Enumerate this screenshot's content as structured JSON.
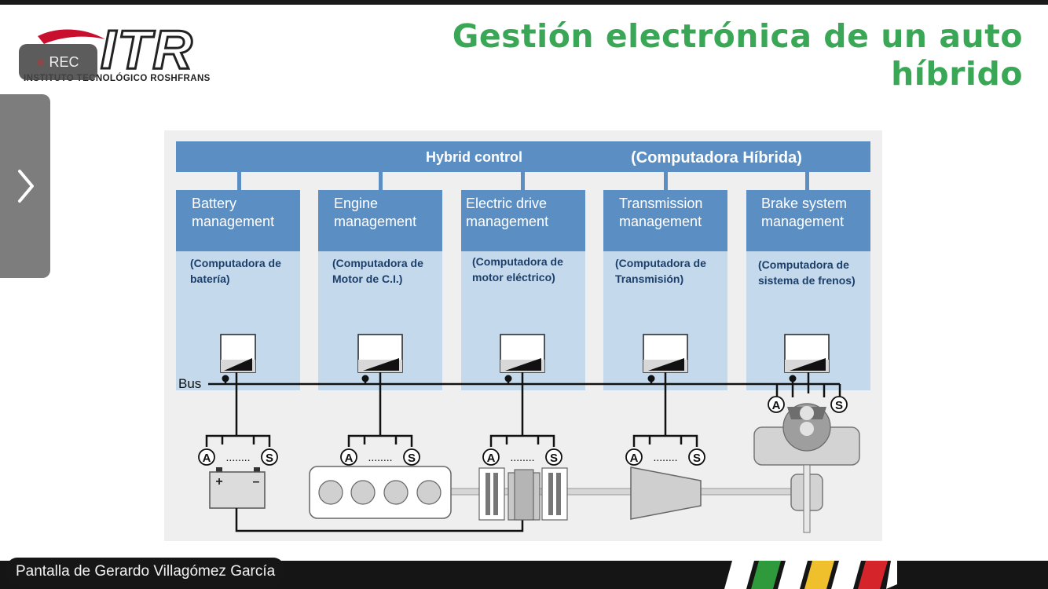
{
  "recording": {
    "label": "REC"
  },
  "logo": {
    "brand": "ITR",
    "subtitle": "INSTITUTO TECNOLÓGICO ROSHFRANS"
  },
  "slide": {
    "title_line1": "Gestión electrónica de un auto",
    "title_line2": "híbrido"
  },
  "diagram": {
    "hybrid_control_label": "Hybrid control",
    "hybrid_control_es": "(Computadora Híbrida)",
    "bus_label": "Bus",
    "units": [
      {
        "title_line1": "Battery",
        "title_line2": "management",
        "es_line1": "(Computadora de",
        "es_line2": "batería)"
      },
      {
        "title_line1": "Engine",
        "title_line2": "management",
        "es_line1": "(Computadora de",
        "es_line2": "Motor de C.I.)"
      },
      {
        "title_line1": "Electric drive",
        "title_line2": "management",
        "es_line1": "(Computadora de",
        "es_line2": "motor eléctrico)"
      },
      {
        "title_line1": "Transmission",
        "title_line2": "management",
        "es_line1": "(Computadora de",
        "es_line2": "Transmisión)"
      },
      {
        "title_line1": "Brake system",
        "title_line2": "management",
        "es_line1": "(Computadora de",
        "es_line2": "sistema de frenos)"
      }
    ],
    "actuator_label": "A",
    "sensor_label": "S",
    "dots": "........",
    "battery_plus": "+",
    "battery_minus": "–"
  },
  "presenter": {
    "label": "Pantalla de Gerardo Villagómez García"
  },
  "colors": {
    "title_green": "#3aa757",
    "header_blue": "#5b8fc4",
    "panel_blue": "#c4d9ec",
    "stripe_green": "#2f9a3b",
    "stripe_yellow": "#f0c02c",
    "stripe_red": "#d6252a"
  }
}
